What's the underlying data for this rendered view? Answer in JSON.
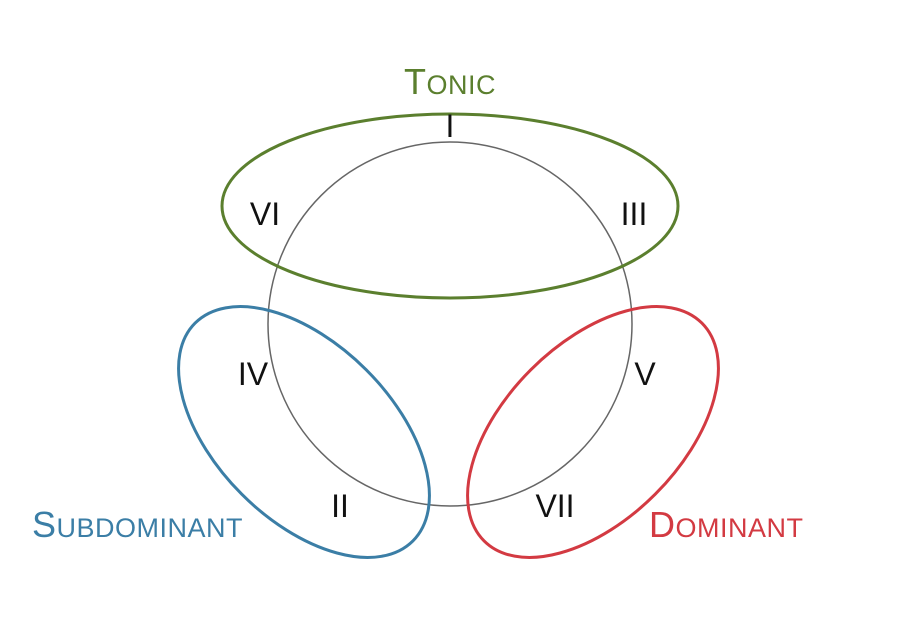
{
  "diagram": {
    "groups": {
      "tonic": {
        "first": "T",
        "rest": "ONIC",
        "color": "#5b7f2e"
      },
      "subdominant": {
        "first": "S",
        "rest": "UBDOMINANT",
        "color": "#3b7ea6"
      },
      "dominant": {
        "first": "D",
        "rest": "OMINANT",
        "color": "#d33a42"
      }
    },
    "numerals": {
      "i": "I",
      "ii": "II",
      "iii": "III",
      "iv": "IV",
      "v": "V",
      "vi": "VI",
      "vii": "VII"
    },
    "circle_color": "#666666"
  }
}
